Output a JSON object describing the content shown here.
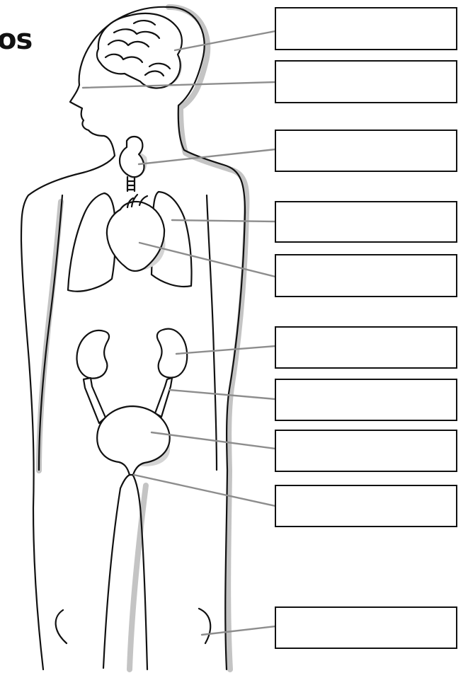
{
  "diagram": {
    "title_fragment": "os",
    "labels": [
      {
        "organ": "brain",
        "text": ""
      },
      {
        "organ": "face",
        "text": ""
      },
      {
        "organ": "thyroid",
        "text": ""
      },
      {
        "organ": "lungs",
        "text": ""
      },
      {
        "organ": "heart",
        "text": ""
      },
      {
        "organ": "kidneys",
        "text": ""
      },
      {
        "organ": "ureters",
        "text": ""
      },
      {
        "organ": "bladder",
        "text": ""
      },
      {
        "organ": "urethra",
        "text": ""
      },
      {
        "organ": "knees",
        "text": ""
      }
    ],
    "colors": {
      "outline": "#111111",
      "pointer": "#8d8d8d",
      "shadow": "#c4c4c4",
      "background": "#ffffff"
    }
  }
}
